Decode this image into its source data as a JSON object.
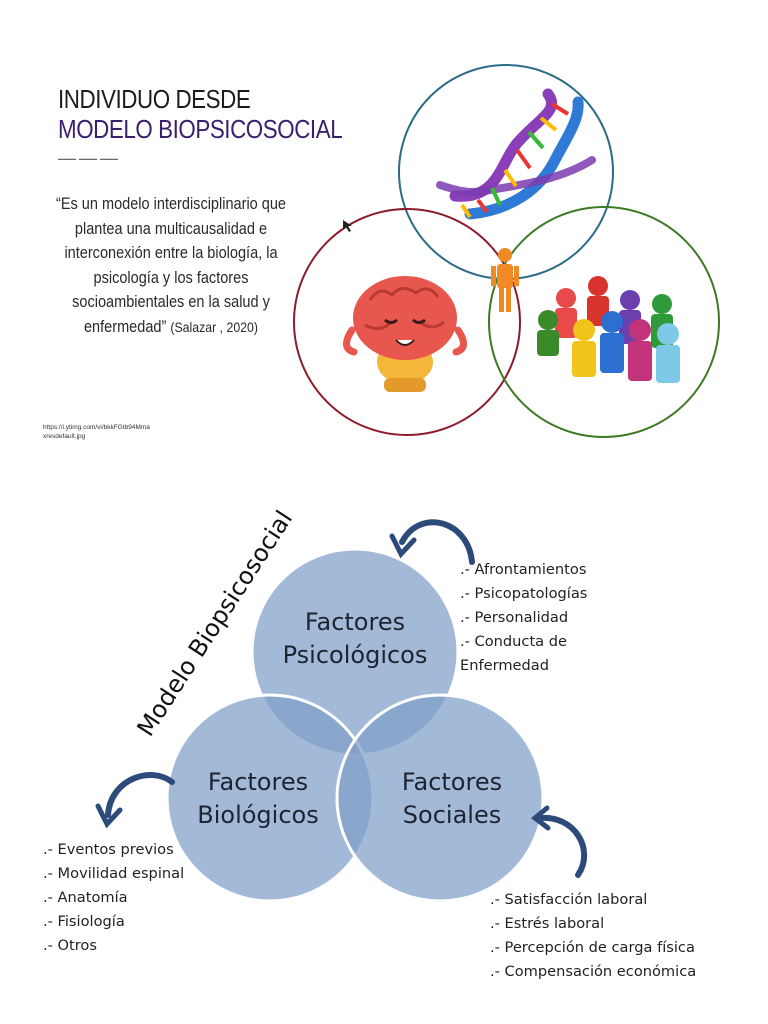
{
  "top_panel": {
    "title_line1": "INDIVIDUO DESDE",
    "title_line2": "MODELO BIOPSICOSOCIAL",
    "title_rule": "———",
    "quote": "“Es un modelo interdisciplinario que plantea una multicausalidad e interconexión entre la biología, la psicología y los factores socioambientales en la salud y enfermedad”",
    "citation": "(Salazar , 2020)",
    "image_source": "https://i.ytimg.com/vi/bkkFGtb94Mma xresdefault.jpg"
  },
  "diagram": {
    "model_label": "Modelo Biopsicosocial",
    "circles": {
      "psicologicos": {
        "line1": "Factores",
        "line2": "Psicológicos"
      },
      "biologicos": {
        "line1": "Factores",
        "line2": "Biológicos"
      },
      "sociales": {
        "line1": "Factores",
        "line2": "Sociales"
      }
    },
    "lists": {
      "psicologicos": [
        ".- Afrontamientos",
        ".- Psicopatologías",
        ".- Personalidad",
        ".- Conducta de",
        "Enfermedad"
      ],
      "biologicos": [
        ".- Eventos previos",
        ".- Movilidad espinal",
        ".- Anatomía",
        ".- Fisiología",
        ".- Otros"
      ],
      "sociales": [
        ".- Satisfacción laboral",
        ".- Estrés laboral",
        ".- Percepción de carga física",
        ".- Compensación económica"
      ]
    }
  },
  "colors": {
    "title_dark": "#1c1c1c",
    "title_purple": "#3b1f6e",
    "ring_blue": "#2b6b86",
    "ring_red": "#8c1c2c",
    "ring_green": "#3c7a24",
    "venn_fill": "#7f9ec9",
    "arrow_blue": "#2c4a7a"
  }
}
